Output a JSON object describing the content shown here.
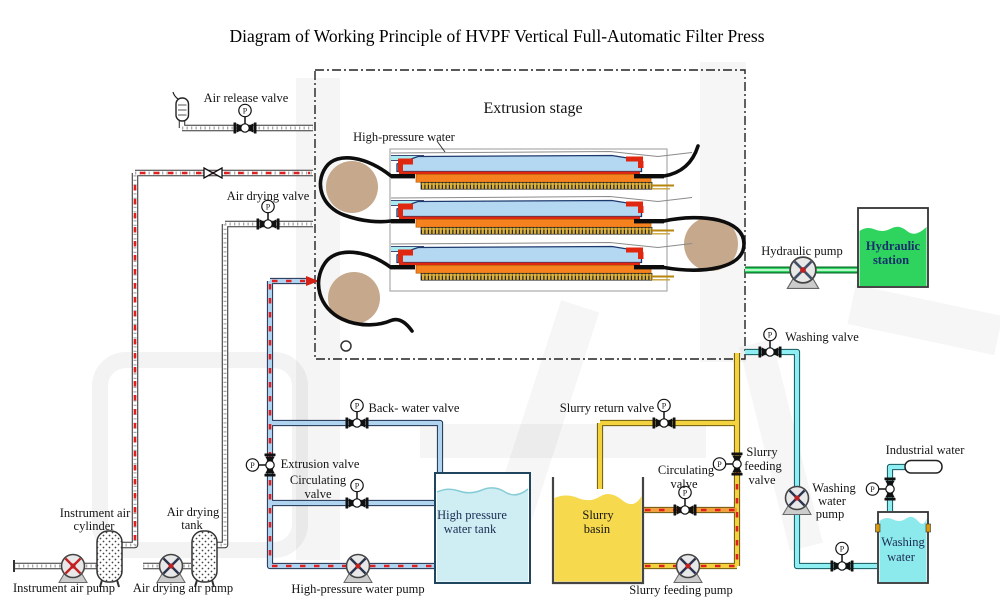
{
  "title": "Diagram of Working Principle of HVPF Vertical Full-Automatic Filter Press",
  "stage": {
    "label": "Extrusion stage"
  },
  "gauge": {
    "letter": "P"
  },
  "labels": {
    "air_release_valve": "Air release valve",
    "high_pressure_water": "High-pressure water",
    "air_drying_valve": "Air drying valve",
    "hydraulic_pump": "Hydraulic pump",
    "washing_valve": "Washing valve",
    "back_water_valve": "Back- water valve",
    "slurry_return_valve": "Slurry return valve",
    "extrusion_valve": "Extrusion valve",
    "industrial_water": "Industrial water",
    "instrument_air_pump": "Instrument air pump",
    "air_drying_air_pump": "Air drying air pump",
    "high_pressure_water_pump": "High-pressure water pump",
    "slurry_feeding_pump": "Slurry feeding pump",
    "circulating_valve_water": [
      "Circulating",
      "valve"
    ],
    "circulating_valve_slurry": [
      "Circulating",
      "valve"
    ],
    "slurry_feeding_valve": [
      "Slurry",
      "feeding",
      "valve"
    ],
    "washing_water_pump": [
      "Washing",
      "water",
      "pump"
    ],
    "hydraulic_station": [
      "Hydraulic",
      "station"
    ],
    "washing_water_tank": [
      "Washing",
      "water"
    ],
    "high_pressure_water_tank": [
      "High pressure",
      "water tank"
    ],
    "slurry_basin": [
      "Slurry",
      "basin"
    ],
    "instrument_air_cylinder": [
      "Instrument air",
      "cylinder"
    ],
    "air_drying_tank": [
      "Air drying",
      "tank"
    ]
  },
  "colors": {
    "water_blue": "#b5d8f2",
    "pipe_blue": "#b0d4f0",
    "cyan_pipe": "#8feef2",
    "slurry_yellow": "#f2d23e",
    "basin_yellow": "#f6d94c",
    "hydraulic_green": "#2fd45f",
    "cake_orange": "#f5821f",
    "membrane_red": "#e02810",
    "dash_red": "#e02020",
    "roller_tan": "#c6a98c",
    "cloth_gold": "#ddb23c",
    "tank_cyan": "#8deaec",
    "hp_tank_water": "#cfeef4"
  }
}
